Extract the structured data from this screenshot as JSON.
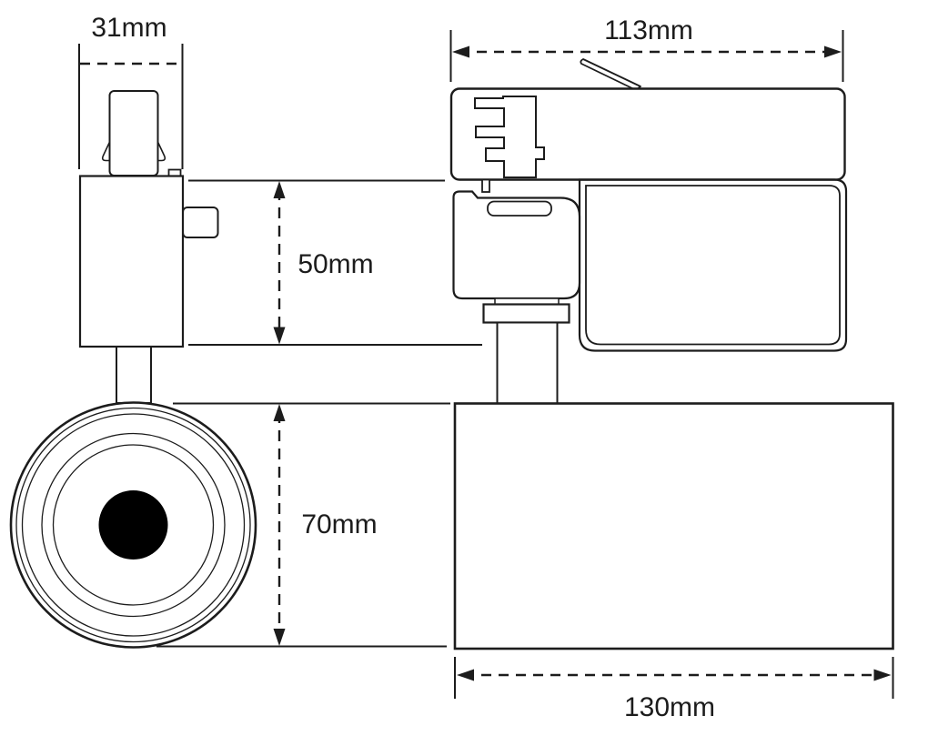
{
  "page": {
    "background": "#ffffff"
  },
  "drawing": {
    "line_color": "#1c1c1c",
    "fill_color": "#ffffff",
    "lens_dot_color": "#000000",
    "dimensions": {
      "adapter_width": "31mm",
      "adapter_length": "113mm",
      "neck_height": "50mm",
      "head_diameter": "70mm",
      "head_length": "130mm"
    }
  }
}
